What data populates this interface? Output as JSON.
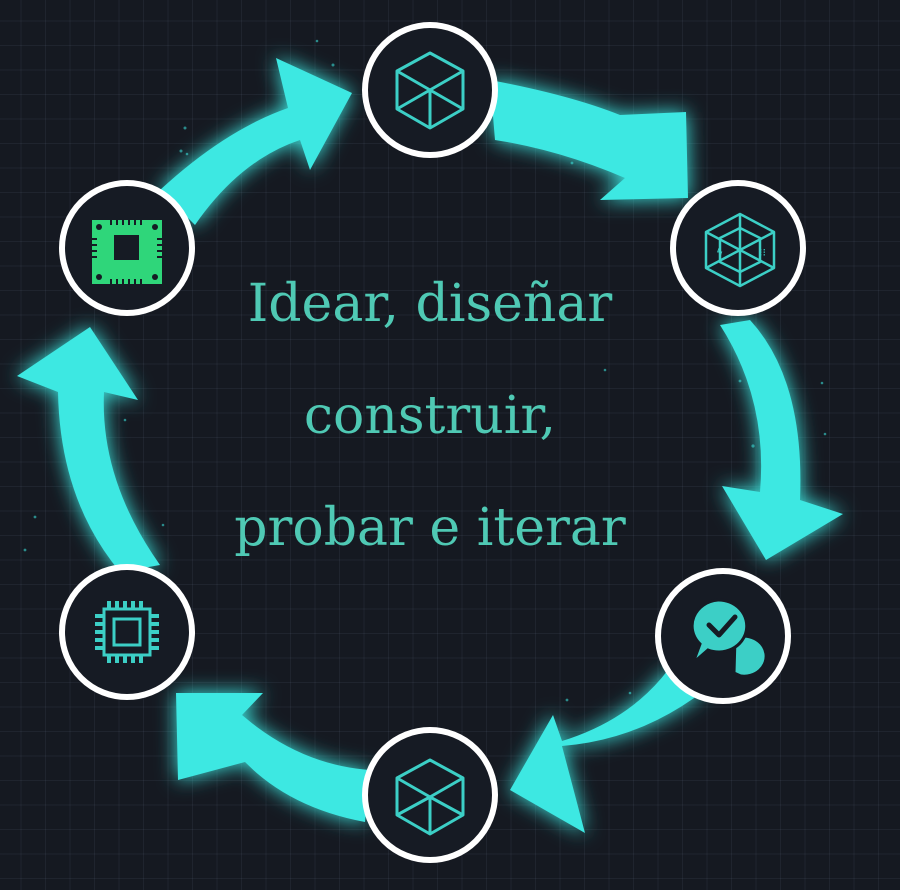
{
  "diagram": {
    "type": "cycle",
    "center_text": {
      "lines": [
        "Idear, diseñar",
        "construir,",
        "probar e iterar"
      ]
    },
    "colors": {
      "background": "#151921",
      "grid": "#2a313c",
      "arrow": "#3de8e2",
      "node_border": "#ffffff",
      "node_fill": "#161b24",
      "icon_teal": "#3ccfc6",
      "icon_green": "#2fd67a",
      "text": "#4fc9b4"
    },
    "nodes": [
      {
        "id": "top",
        "icon": "cube-icon"
      },
      {
        "id": "upper-right",
        "icon": "wireframe-cube-icon"
      },
      {
        "id": "lower-right",
        "icon": "chat-check-icon"
      },
      {
        "id": "bottom",
        "icon": "cube-icon"
      },
      {
        "id": "lower-left",
        "icon": "cpu-chip-icon"
      },
      {
        "id": "upper-left",
        "icon": "circuit-board-icon"
      }
    ],
    "edges": [
      {
        "from": "upper-left",
        "to": "top"
      },
      {
        "from": "top",
        "to": "upper-right"
      },
      {
        "from": "upper-right",
        "to": "lower-right"
      },
      {
        "from": "lower-right",
        "to": "bottom"
      },
      {
        "from": "bottom",
        "to": "lower-left"
      },
      {
        "from": "lower-left",
        "to": "upper-left"
      }
    ]
  }
}
